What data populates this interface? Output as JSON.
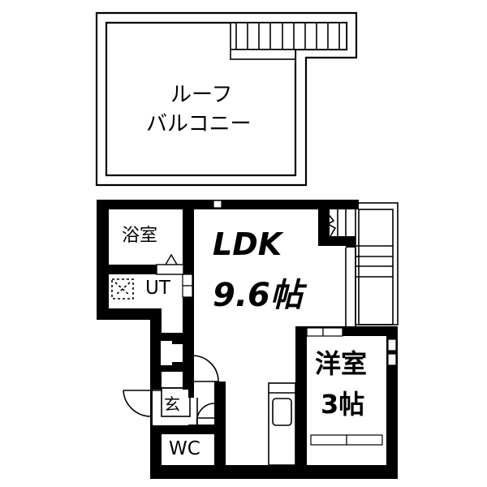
{
  "floorplan": {
    "rooms": {
      "roof_balcony": {
        "line1": "ルーフ",
        "line2": "バルコニー"
      },
      "bathroom": {
        "label": "浴室"
      },
      "utility": {
        "label": "UT"
      },
      "ldk": {
        "name": "LDK",
        "size": "9.6帖"
      },
      "western_room": {
        "name": "洋室",
        "size": "3帖"
      },
      "entrance": {
        "label": "玄"
      },
      "toilet": {
        "label": "WC"
      }
    },
    "colors": {
      "wall": "#000000",
      "background": "#ffffff"
    }
  }
}
